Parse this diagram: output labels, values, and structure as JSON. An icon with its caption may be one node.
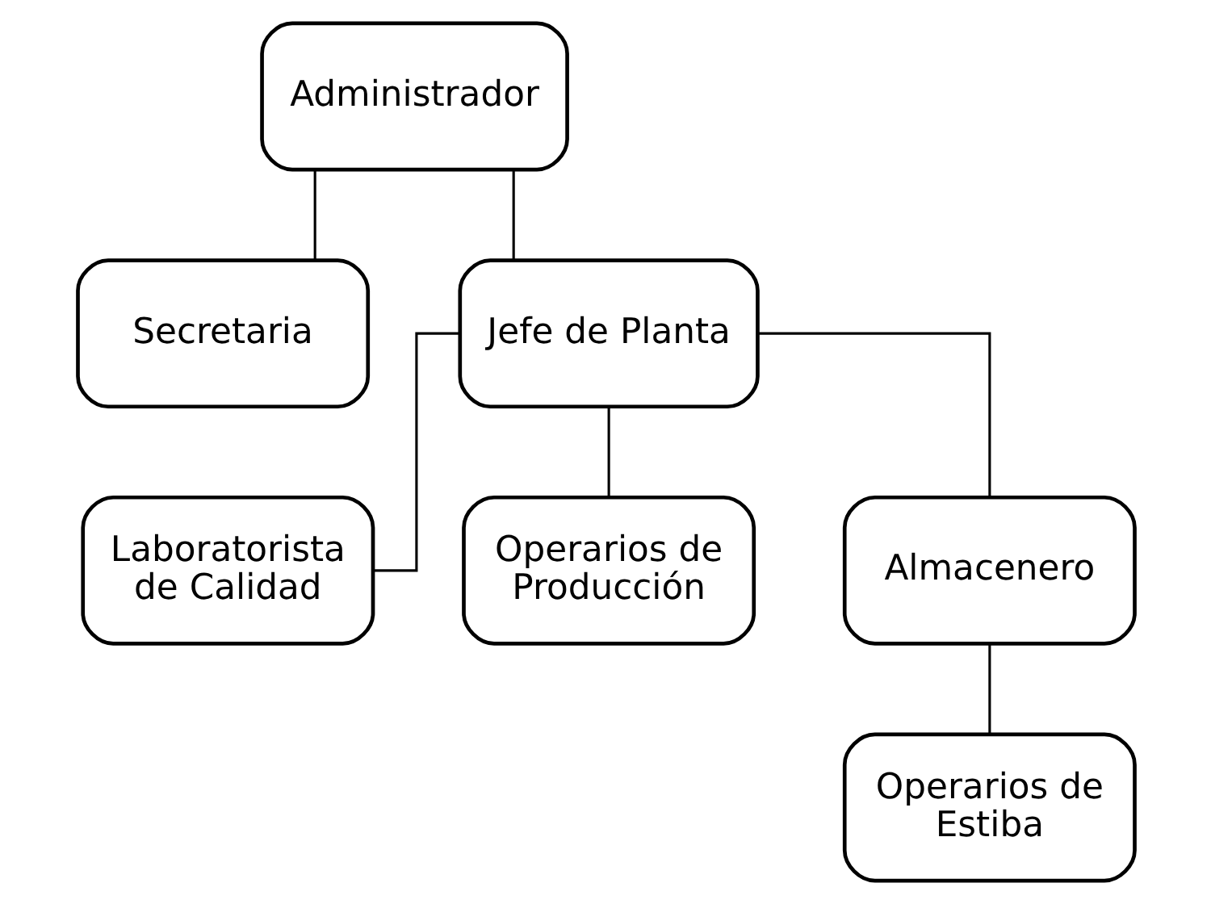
{
  "diagram": {
    "nodes": [
      {
        "text": [
          "Administrador"
        ]
      },
      {
        "text": [
          "Secretaria"
        ]
      },
      {
        "text": [
          "Jefe de Planta"
        ]
      },
      {
        "text": [
          "Laboratorista de Calidad"
        ]
      },
      {
        "text": [
          "Operarios de Producción"
        ]
      },
      {
        "text": [
          "Almacenero"
        ]
      },
      {
        "text": [
          "Operarios de Estiba"
        ]
      }
    ],
    "edges": [
      {
        "from": 0,
        "to": 2,
        "arrow": "none"
      },
      {
        "from": 0,
        "to": 1,
        "arrow": "none"
      },
      {
        "from": 2,
        "to": 3,
        "arrow": "none"
      },
      {
        "from": 2,
        "to": 4,
        "arrow": "none"
      },
      {
        "from": 2,
        "to": 5,
        "arrow": "none"
      },
      {
        "from": 5,
        "to": 6,
        "arrow": "none"
      }
    ]
  }
}
